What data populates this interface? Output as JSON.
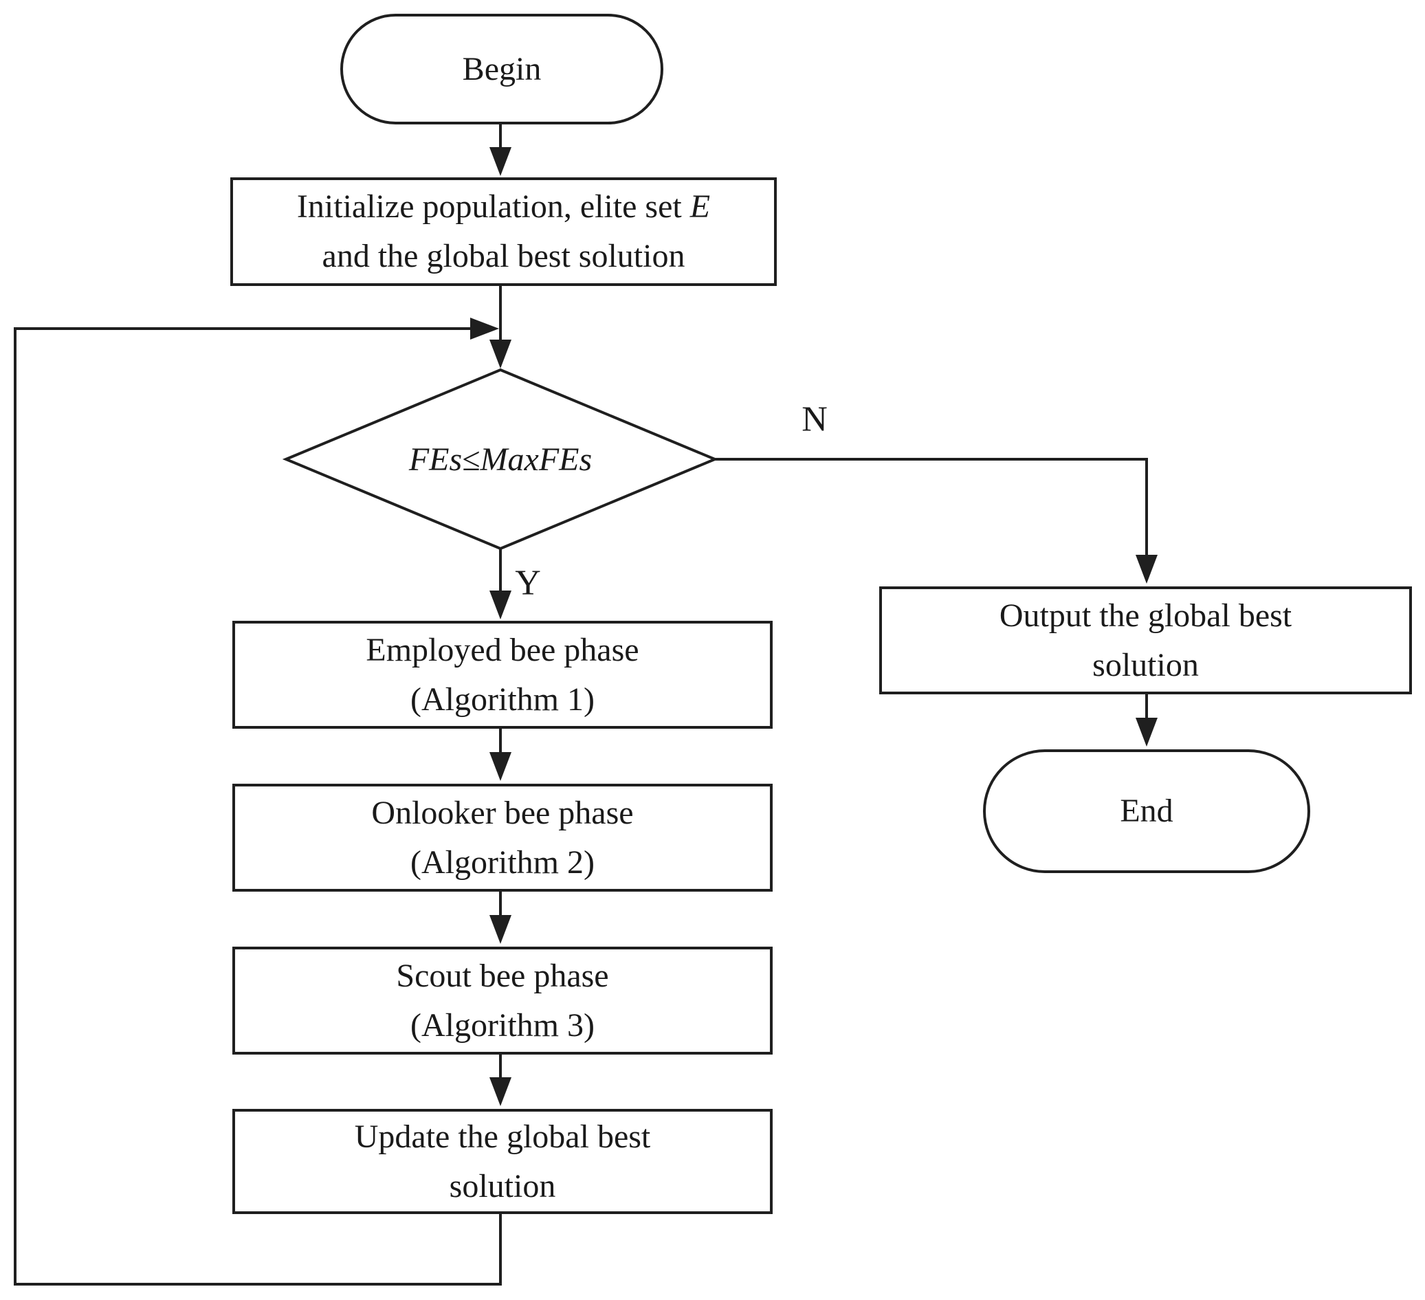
{
  "figure_type": "flowchart",
  "colors": {
    "stroke": "#1f1f1f",
    "text": "#1a1a1a",
    "background": "#ffffff"
  },
  "nodes": {
    "begin": {
      "label": "Begin"
    },
    "initialize": {
      "line1_prefix": "Initialize population, elite set ",
      "line1_italic": "E",
      "line2": "and the global best solution"
    },
    "decision": {
      "condition": "FEs≤MaxFEs"
    },
    "employed": {
      "line1": "Employed bee phase",
      "line2": "(Algorithm 1)"
    },
    "onlooker": {
      "line1": "Onlooker bee phase",
      "line2": "(Algorithm 2)"
    },
    "scout": {
      "line1": "Scout bee phase",
      "line2": "(Algorithm 3)"
    },
    "update": {
      "line1": "Update the global best",
      "line2": "solution"
    },
    "output": {
      "line1": "Output the global best",
      "line2": "solution"
    },
    "end": {
      "label": "End"
    }
  },
  "edge_labels": {
    "yes": "Y",
    "no": "N"
  }
}
